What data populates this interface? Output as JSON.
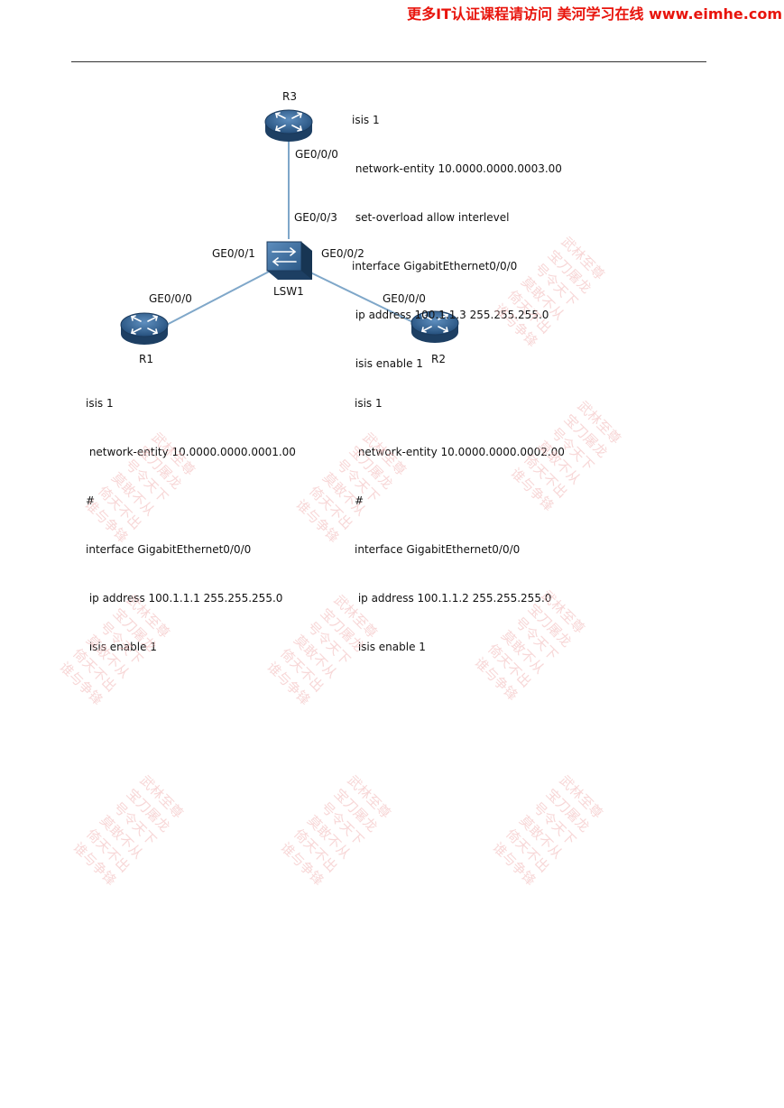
{
  "header": {
    "link_text": "更多IT认证课程请访问 美河学习在线 www.eimhe.com",
    "color": "#e8140c"
  },
  "diagram": {
    "nodes": {
      "r3": "R3",
      "lsw1": "LSW1",
      "r1": "R1",
      "r2": "R2"
    },
    "ports": {
      "r3_ge000": "GE0/0/0",
      "lsw1_ge003": "GE0/0/3",
      "lsw1_ge001": "GE0/0/1",
      "lsw1_ge002": "GE0/0/2",
      "r1_ge000": "GE0/0/0",
      "r2_ge000": "GE0/0/0"
    },
    "link_color": "#7fa7c9",
    "device_color": "#2f5f8e",
    "icons": {
      "router": "router-icon",
      "switch": "switch-icon"
    }
  },
  "configs": {
    "r3": [
      "isis 1",
      " network-entity 10.0000.0000.0003.00",
      " set-overload allow interlevel",
      "interface GigabitEthernet0/0/0",
      " ip address 100.1.1.3 255.255.255.0",
      " isis enable 1"
    ],
    "r1": [
      "isis 1",
      " network-entity 10.0000.0000.0001.00",
      "#",
      "interface GigabitEthernet0/0/0",
      " ip address 100.1.1.1 255.255.255.0",
      " isis enable 1"
    ],
    "r2": [
      "isis 1",
      " network-entity 10.0000.0000.0002.00",
      "#",
      "interface GigabitEthernet0/0/0",
      " ip address 100.1.1.2 255.255.255.0",
      " isis enable 1"
    ]
  },
  "watermark": {
    "lines": [
      "武林至尊",
      "宝刀屠龙",
      "号令天下",
      "莫敢不从",
      "倚天不出",
      "谁与争锋"
    ],
    "color": "#f2b7b7"
  }
}
